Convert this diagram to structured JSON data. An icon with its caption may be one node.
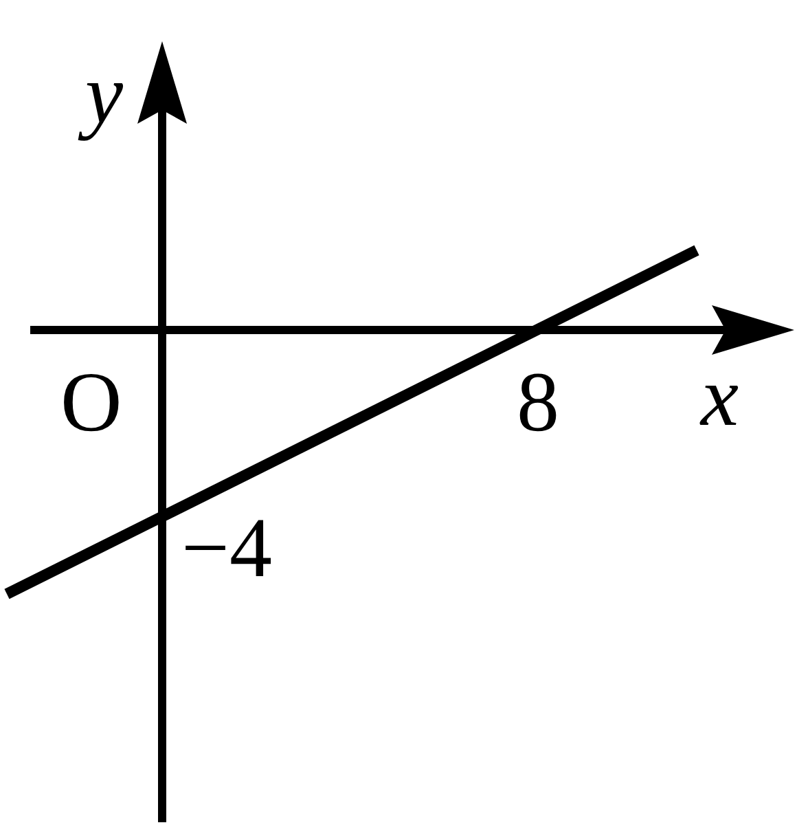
{
  "diagram": {
    "labels": [
      "y",
      "O",
      "8",
      "x",
      "−4"
    ]
  }
}
